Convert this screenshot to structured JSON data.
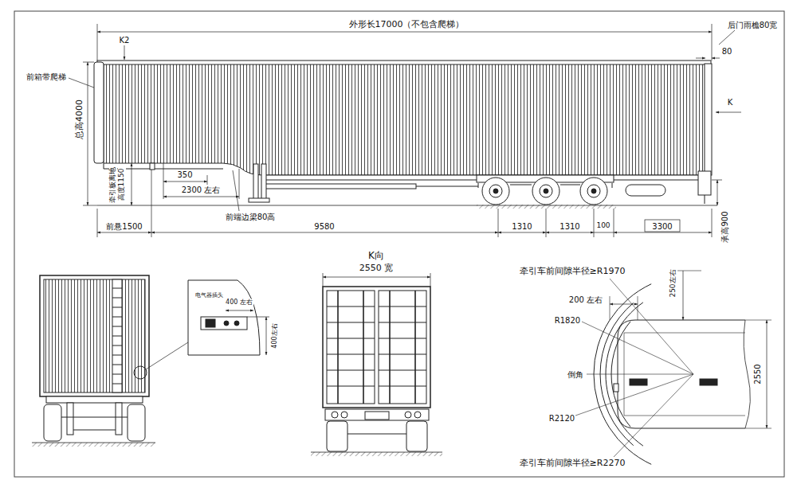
{
  "diagram": {
    "labels": [
      "外形长17000（不包含爬梯）",
      "后门雨檐80宽",
      "K2",
      "80",
      "前箱带爬梯",
      "总高4000",
      "K",
      "350",
      "牵引板离地",
      "高度1150",
      "2300 左右",
      "前端边梁80高",
      "前悬1500",
      "9580",
      "1310",
      "1310",
      "100",
      "3300",
      "承高900",
      "K向",
      "2550 宽",
      "牵引车前间隙半径≥R1970",
      "电气器插头",
      "400 左右",
      "250左右",
      "200 左右",
      "R1820",
      "400左右",
      "2550",
      "倒角",
      "R2120",
      "牵引车前间隙半径≥R2270"
    ]
  }
}
